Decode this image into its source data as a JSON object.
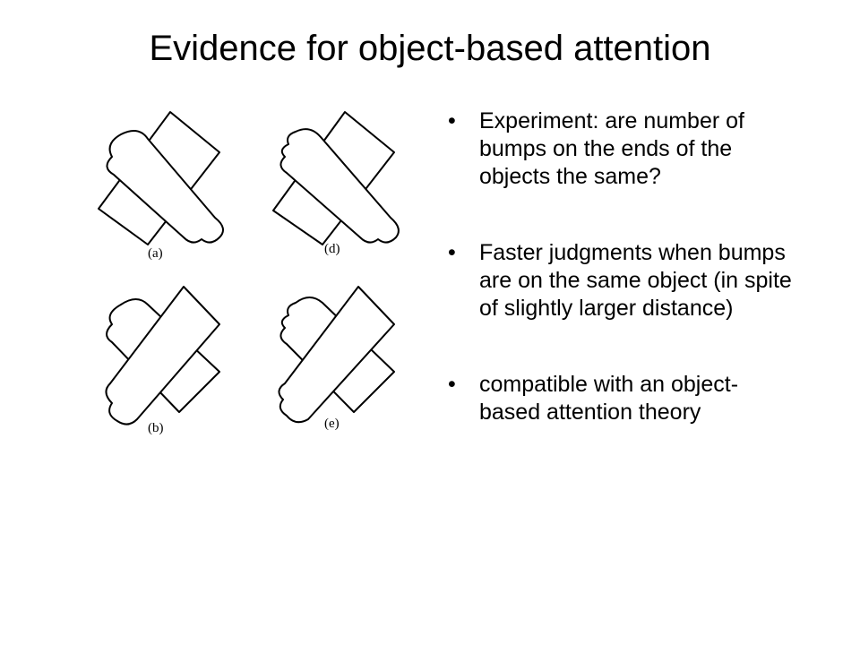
{
  "slide": {
    "title": "Evidence for object-based attention"
  },
  "figure": {
    "panels": [
      {
        "id": "a",
        "label": "(a)"
      },
      {
        "id": "d",
        "label": "(d)"
      },
      {
        "id": "b",
        "label": "(b)"
      },
      {
        "id": "e",
        "label": "(e)"
      }
    ]
  },
  "bullets": [
    {
      "text": "Experiment: are number of bumps on the ends of the objects the same?"
    },
    {
      "text": "Faster judgments when bumps are on the same object (in spite of slightly larger distance)"
    },
    {
      "text": "compatible with an object-based attention theory"
    }
  ],
  "bullet_symbol": "•",
  "colors": {
    "text": "#000000",
    "background": "#ffffff",
    "line": "#000000"
  }
}
